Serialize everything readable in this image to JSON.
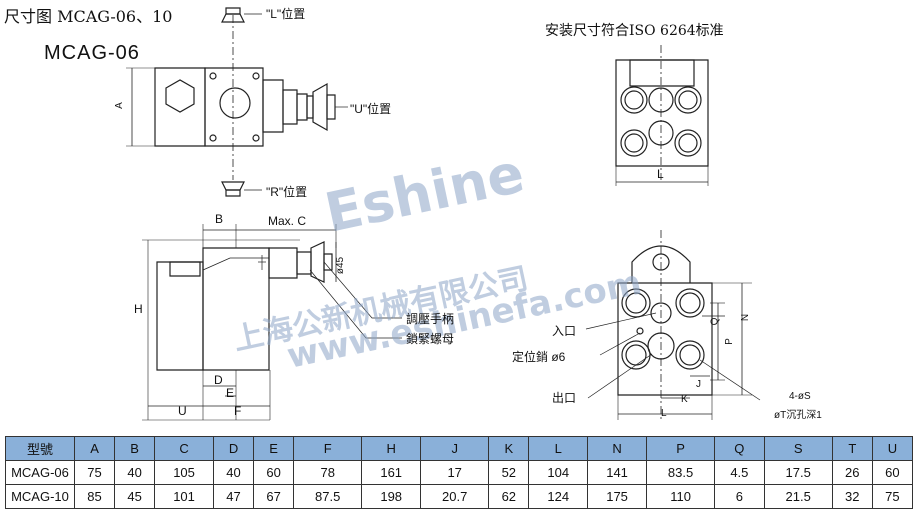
{
  "header": {
    "title": "尺寸图 MCAG-06、10",
    "standard_note": "安装尺寸符合ISO 6264标准",
    "model_label": "MCAG-06"
  },
  "drawing_labels": {
    "pos_L": "\"L\"位置",
    "pos_U": "\"U\"位置",
    "pos_R": "\"R\"位置",
    "dim_A": "A",
    "dim_B": "B",
    "dim_maxC": "Max. C",
    "dim_H": "H",
    "dim_D": "D",
    "dim_E": "E",
    "dim_U": "U",
    "dim_F": "F",
    "dim_phi45": "ø45",
    "adjust_handle": "調壓手柄",
    "lock_nut": "鎖緊螺母",
    "dim_L_top": "L",
    "inlet": "入口",
    "locating_pin": "定位銷 ø6",
    "outlet": "出口",
    "dim_Q": "Q",
    "dim_P": "P",
    "dim_N": "N",
    "dim_J": "J",
    "dim_K": "K",
    "dim_L_bottom": "L",
    "bolt_spec_1": "4-øS",
    "bolt_spec_2": "øT沉孔深1"
  },
  "watermark": {
    "brand": "Eshine",
    "company": "上海公新机械有限公司",
    "url": "www.eshinefa.com"
  },
  "table": {
    "headers": [
      "型號",
      "A",
      "B",
      "C",
      "D",
      "E",
      "F",
      "H",
      "J",
      "K",
      "L",
      "N",
      "P",
      "Q",
      "S",
      "T",
      "U"
    ],
    "rows": [
      [
        "MCAG-06",
        "75",
        "40",
        "105",
        "40",
        "60",
        "78",
        "161",
        "17",
        "52",
        "104",
        "141",
        "83.5",
        "4.5",
        "17.5",
        "26",
        "60"
      ],
      [
        "MCAG-10",
        "85",
        "45",
        "101",
        "47",
        "67",
        "87.5",
        "198",
        "20.7",
        "62",
        "124",
        "175",
        "110",
        "6",
        "21.5",
        "32",
        "75"
      ]
    ]
  }
}
